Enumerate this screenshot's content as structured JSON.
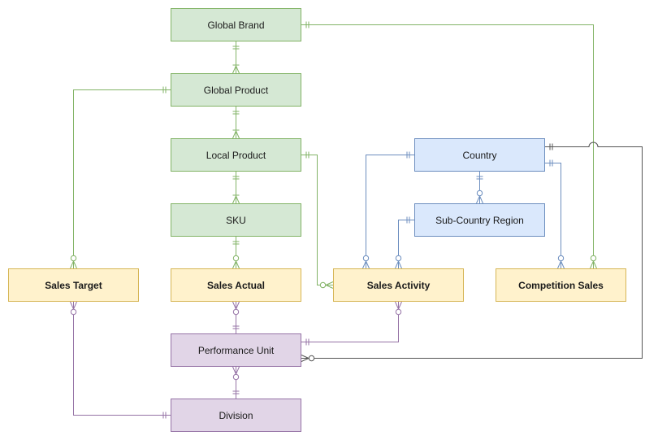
{
  "diagram": {
    "type": "entity-relationship",
    "entities": [
      {
        "id": "global-brand",
        "label": "Global Brand",
        "group": "product"
      },
      {
        "id": "global-product",
        "label": "Global Product",
        "group": "product"
      },
      {
        "id": "local-product",
        "label": "Local Product",
        "group": "product"
      },
      {
        "id": "sku",
        "label": "SKU",
        "group": "product"
      },
      {
        "id": "sales-target",
        "label": "Sales Target",
        "group": "sales"
      },
      {
        "id": "sales-actual",
        "label": "Sales Actual",
        "group": "sales"
      },
      {
        "id": "sales-activity",
        "label": "Sales Activity",
        "group": "sales"
      },
      {
        "id": "competition-sales",
        "label": "Competition Sales",
        "group": "sales"
      },
      {
        "id": "country",
        "label": "Country",
        "group": "geography"
      },
      {
        "id": "sub-country-region",
        "label": "Sub-Country Region",
        "group": "geography"
      },
      {
        "id": "performance-unit",
        "label": "Performance Unit",
        "group": "organization"
      },
      {
        "id": "division",
        "label": "Division",
        "group": "organization"
      }
    ],
    "relationships": [
      {
        "from": "global-brand",
        "to": "global-product",
        "from_card": "one-and-only-one",
        "to_card": "one-or-many"
      },
      {
        "from": "global-product",
        "to": "local-product",
        "from_card": "one-and-only-one",
        "to_card": "one-or-many"
      },
      {
        "from": "local-product",
        "to": "sku",
        "from_card": "one-and-only-one",
        "to_card": "one-or-many"
      },
      {
        "from": "sku",
        "to": "sales-actual",
        "from_card": "one-and-only-one",
        "to_card": "zero-or-many"
      },
      {
        "from": "global-product",
        "to": "sales-target",
        "from_card": "one-and-only-one",
        "to_card": "zero-or-many"
      },
      {
        "from": "local-product",
        "to": "sales-activity",
        "from_card": "one-and-only-one",
        "to_card": "zero-or-many"
      },
      {
        "from": "global-brand",
        "to": "competition-sales",
        "from_card": "one-and-only-one",
        "to_card": "zero-or-many"
      },
      {
        "from": "country",
        "to": "sub-country-region",
        "from_card": "one-and-only-one",
        "to_card": "zero-or-many"
      },
      {
        "from": "country",
        "to": "sales-activity",
        "from_card": "one-and-only-one",
        "to_card": "zero-or-many"
      },
      {
        "from": "sub-country-region",
        "to": "sales-activity",
        "from_card": "one-and-only-one",
        "to_card": "zero-or-many"
      },
      {
        "from": "country",
        "to": "competition-sales",
        "from_card": "one-and-only-one",
        "to_card": "zero-or-many"
      },
      {
        "from": "country",
        "to": "performance-unit",
        "from_card": "one-and-only-one",
        "to_card": "zero-or-many"
      },
      {
        "from": "performance-unit",
        "to": "sales-actual",
        "from_card": "one-and-only-one",
        "to_card": "zero-or-many"
      },
      {
        "from": "performance-unit",
        "to": "sales-activity",
        "from_card": "one-and-only-one",
        "to_card": "zero-or-many"
      },
      {
        "from": "division",
        "to": "performance-unit",
        "from_card": "one-and-only-one",
        "to_card": "zero-or-many"
      },
      {
        "from": "division",
        "to": "sales-target",
        "from_card": "one-and-only-one",
        "to_card": "zero-or-many"
      }
    ]
  },
  "colors": {
    "product": {
      "fill": "#d5e8d4",
      "stroke": "#82b366"
    },
    "sales": {
      "fill": "#fff2cc",
      "stroke": "#d6b656"
    },
    "geography": {
      "fill": "#dae8fc",
      "stroke": "#6c8ebf"
    },
    "organization": {
      "fill": "#e1d5e7",
      "stroke": "#9673a6"
    },
    "neutral_line": "#555555"
  }
}
